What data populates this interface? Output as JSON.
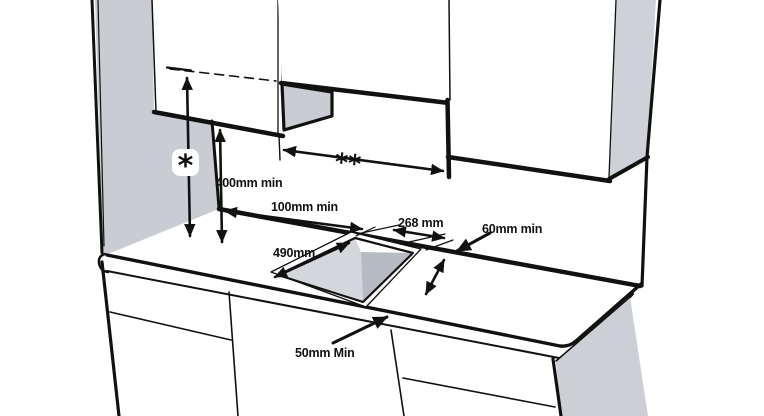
{
  "diagram": {
    "title": "Hob installation clearances (isometric kitchen view)",
    "annotations": {
      "hood_clearance_symbol": "*",
      "hood_width_symbol": "**",
      "cabinet_clearance": "400mm min",
      "left_wall_clearance": "100mm min",
      "cutout_depth": "268 mm",
      "rear_clearance": "60mm min",
      "cutout_width": "490mm",
      "front_clearance": "50mm Min"
    },
    "colors": {
      "line": "#111111",
      "panel_gray": "#c9cdd3",
      "cutout_side_light": "#d3d7db",
      "cutout_side_dark": "#b6bbc2",
      "background": "#ffffff"
    }
  }
}
